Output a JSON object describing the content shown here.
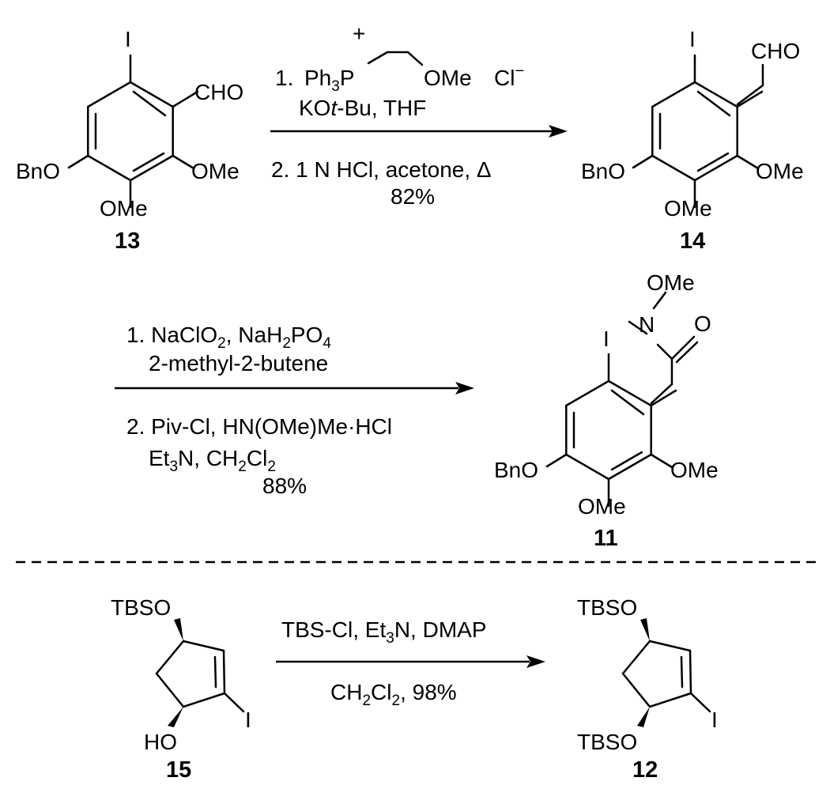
{
  "compound_13": {
    "label": "13",
    "substituents": {
      "iodo": "I",
      "aldehyde": "CHO",
      "benzyloxy": "BnO",
      "methoxy_1": "OMe",
      "methoxy_2": "OMe"
    }
  },
  "reaction_1": {
    "step1_number": "1.",
    "reagent_ph3": "Ph",
    "reagent_ph3_sub": "3",
    "reagent_p": "P",
    "reagent_plus": "+",
    "reagent_ome": "OMe",
    "reagent_cl": "Cl",
    "reagent_cl_charge": "−",
    "base_pre": "KO",
    "base_italic": "t",
    "base_post": "-Bu, THF",
    "step2": "2. 1 N HCl, acetone, Δ",
    "yield": "82%"
  },
  "compound_14": {
    "label": "14",
    "substituents": {
      "iodo": "I",
      "aldehyde": "CHO",
      "benzyloxy": "BnO",
      "methoxy_1": "OMe",
      "methoxy_2": "OMe"
    }
  },
  "reaction_2": {
    "step1_pre": "1. NaClO",
    "step1_sub1": "2",
    "step1_mid": ", NaH",
    "step1_sub2": "2",
    "step1_po": "PO",
    "step1_sub3": "4",
    "step1_line2": "2-methyl-2-butene",
    "step2": "2. Piv-Cl, HN(OMe)Me·HCl",
    "step2_line2_et": "Et",
    "step2_line2_sub1": "3",
    "step2_line2_mid": "N, CH",
    "step2_line2_sub2": "2",
    "step2_line2_cl": "Cl",
    "step2_line2_sub3": "2",
    "yield": "88%"
  },
  "compound_11": {
    "label": "11",
    "substituents": {
      "methoxy_n": "OMe",
      "nitrogen": "N",
      "oxygen": "O",
      "iodo": "I",
      "benzyloxy": "BnO",
      "methoxy_1": "OMe",
      "methoxy_2": "OMe"
    }
  },
  "compound_15": {
    "label": "15",
    "substituents": {
      "silyl_ether": "TBSO",
      "hydroxyl": "HO",
      "iodo": "I"
    }
  },
  "reaction_3": {
    "reagents_pre": "TBS-Cl, Et",
    "reagents_sub": "3",
    "reagents_post": "N, DMAP",
    "solvent_pre": "CH",
    "solvent_sub1": "2",
    "solvent_cl": "Cl",
    "solvent_sub2": "2",
    "solvent_post": ", 98%"
  },
  "compound_12": {
    "label": "12",
    "substituents": {
      "silyl_ether_1": "TBSO",
      "silyl_ether_2": "TBSO",
      "iodo": "I"
    }
  }
}
